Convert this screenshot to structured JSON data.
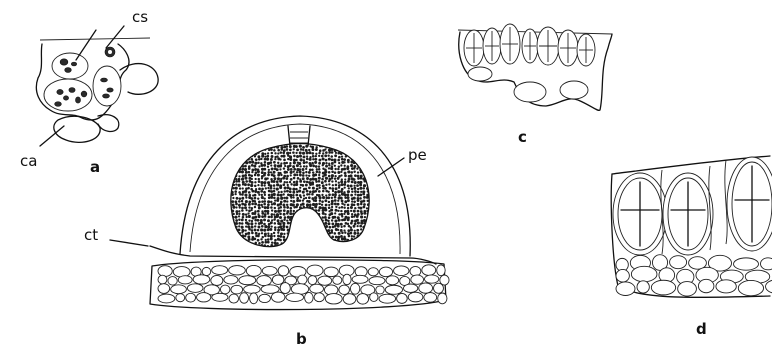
{
  "panels": {
    "a": {
      "label": "a",
      "callouts": {
        "cs": "cs",
        "ca": "ca"
      }
    },
    "b": {
      "label": "b",
      "callouts": {
        "pe": "pe",
        "ct": "ct"
      }
    },
    "c": {
      "label": "c"
    },
    "d": {
      "label": "d"
    }
  }
}
